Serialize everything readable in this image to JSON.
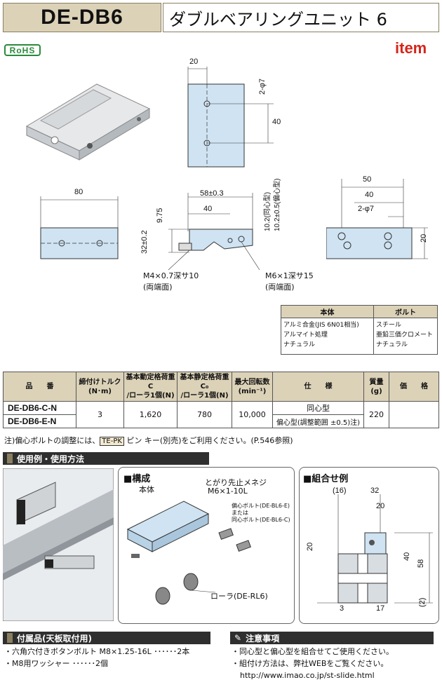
{
  "header": {
    "code": "DE-DB6",
    "title": "ダブルベアリングユニット 6",
    "rohs": "RoHS",
    "brand": "item"
  },
  "drawing": {
    "top_view": {
      "d20": "20",
      "hole": "2-φ7",
      "d40": "40"
    },
    "side_view": {
      "d10_2": "10.2(同心型)",
      "d10_2e": "10.2±0.5(偏心型)"
    },
    "left_view": {
      "d80": "80"
    },
    "front_view": {
      "d58": "58±0.3",
      "d40": "40",
      "d9_75": "9.75",
      "d32": "32±0.2",
      "m4": "M4×0.7深サ10",
      "m4_sub": "(両端面)",
      "m6": "M6×1深サ15",
      "m6_sub": "(両端面)"
    },
    "right_view": {
      "d50": "50",
      "d40": "40",
      "hole": "2-φ7",
      "d20": "20"
    }
  },
  "material_table": {
    "headers": [
      "本体",
      "ボルト"
    ],
    "body_lines": [
      "アルミ合金(JIS 6N01相当)",
      "アルマイト処理",
      "ナチュラル"
    ],
    "bolt_lines": [
      "スチール",
      "亜鉛三価クロメート",
      "ナチュラル"
    ]
  },
  "spec_table": {
    "headers": {
      "model": "品　　番",
      "torque": "締付けトルク",
      "torque_unit": "(N･m)",
      "dyn": "基本動定格荷重 C",
      "dyn_unit": "/ローラ1個(N)",
      "stat": "基本静定格荷重 C₀",
      "stat_unit": "/ローラ1個(N)",
      "rpm": "最大回転数",
      "rpm_unit": "(min⁻¹)",
      "spec": "仕　　様",
      "mass": "質量",
      "mass_unit": "(g)",
      "price": "価　　格"
    },
    "rows": [
      {
        "model": "DE-DB6-C-N",
        "spec": "同心型"
      },
      {
        "model": "DE-DB6-E-N",
        "spec": "偏心型(調整範囲 ±0.5)注)"
      }
    ],
    "shared": {
      "torque": "3",
      "dyn": "1,620",
      "stat": "780",
      "rpm": "10,000",
      "mass": "220"
    }
  },
  "footnote": {
    "prefix": "注)偏心ボルトの調整には、",
    "tag": "TE-PK",
    "suffix": " ピン キー(別売)をご利用ください。(P.546参照)"
  },
  "usage": {
    "section": "使用例・使用方法",
    "config_title": "■構成",
    "config_labels": {
      "body": "本体",
      "screw": "とがり先止メネジ",
      "screw_size": "M6×1-10L",
      "bolt1": "偏心ボルト(DE-BL6-E)",
      "bolt_or": "または",
      "bolt2": "同心ボルト(DE-BL6-C)",
      "roller": "ローラ(DE-RL6)"
    },
    "combo_title": "■組合せ例",
    "combo_dims": {
      "d16": "(16)",
      "d32": "32",
      "d20": "20",
      "d20v": "20",
      "d40": "40",
      "d58": "58",
      "d3": "3",
      "d17": "17",
      "d2": "(2)"
    }
  },
  "accessories": {
    "section": "付属品(天板取付用)",
    "items": [
      "・六角穴付きボタンボルト M8×1.25-16L ･･････2本",
      "・M8用ワッシャー ･･････2個"
    ]
  },
  "cautions": {
    "section": "注意事項",
    "items": [
      "・同心型と偏心型を組合せてご使用ください。",
      "・組付け方法は、弊社WEBをご覧ください。"
    ],
    "url": "http://www.imao.co.jp/st-slide.html"
  },
  "colors": {
    "header_tan": "#dcd2b8",
    "brand_red": "#d4261c",
    "rohs_green": "#2a8a3a",
    "part_blue": "#cfe3f2"
  }
}
